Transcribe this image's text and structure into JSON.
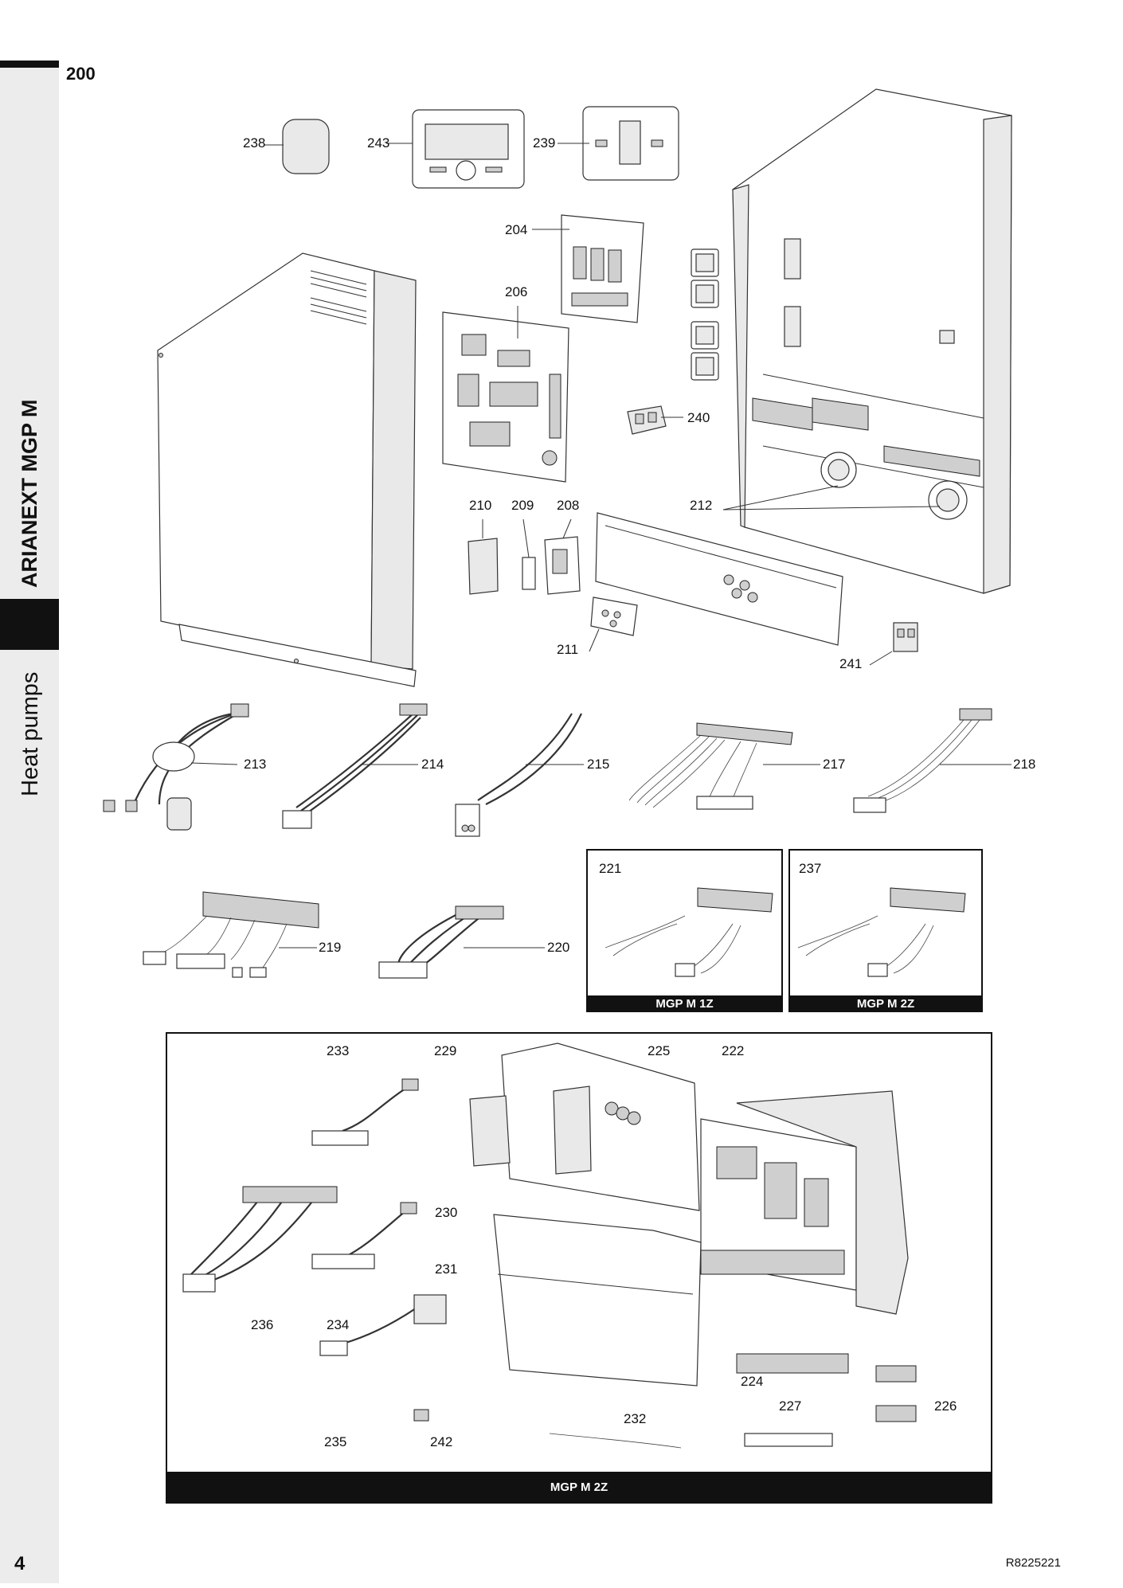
{
  "page_code": "200",
  "page_number": "4",
  "doc_ref": "R8225221",
  "sidebar": {
    "model": "ARIANEXT MGP M",
    "category": "Heat pumps"
  },
  "part_numbers": [
    "238",
    "243",
    "239",
    "204",
    "206",
    "240",
    "212",
    "210",
    "209",
    "208",
    "211",
    "241",
    "213",
    "214",
    "215",
    "217",
    "218",
    "219",
    "220",
    "221",
    "237",
    "233",
    "229",
    "225",
    "222",
    "230",
    "231",
    "236",
    "234",
    "224",
    "227",
    "226",
    "235",
    "242",
    "232"
  ],
  "variants": {
    "kit_1z": "MGP M 1Z",
    "kit_2z": "MGP M 2Z",
    "module_2z": "MGP M 2Z"
  }
}
